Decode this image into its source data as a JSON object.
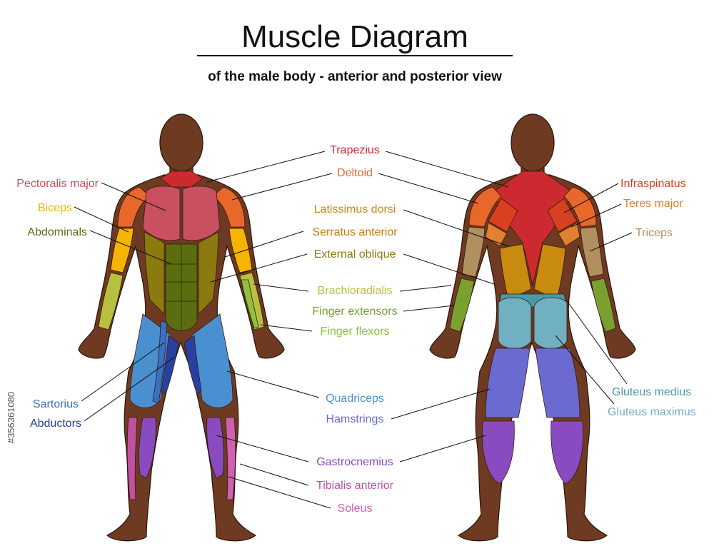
{
  "title": "Muscle Diagram",
  "subtitle": "of the male body - anterior and posterior view",
  "side_id": "#356361080",
  "colors": {
    "trapezius": "#cc2a30",
    "deltoid": "#e8682c",
    "pectoralis": "#c85060",
    "biceps": "#f5b400",
    "abdominals": "#5a6e10",
    "latissimus": "#c98a10",
    "serratus": "#c77a10",
    "oblique": "#8a7a10",
    "brachioradialis": "#b8c040",
    "extensors": "#7aa030",
    "flexors": "#90c040",
    "infraspinatus": "#d84020",
    "teres": "#e08030",
    "triceps": "#b09060",
    "quadriceps": "#4a90d0",
    "sartorius": "#3a70c0",
    "abductors": "#2840a0",
    "hamstrings": "#6a6ad0",
    "gastrocnemius": "#8a4ac0",
    "tibialis": "#c050a0",
    "soleus": "#d060b0",
    "gluteus_medius": "#4a9aaa",
    "gluteus_maximus": "#70b0c0"
  },
  "labels": {
    "trapezius": "Trapezius",
    "deltoid": "Deltoid",
    "pectoralis": "Pectoralis major",
    "biceps": "Biceps",
    "abdominals": "Abdominals",
    "latissimus": "Latissimus dorsi",
    "serratus": "Serratus anterior",
    "oblique": "External oblique",
    "brachioradialis": "Brachioradialis",
    "extensors": "Finger extensors",
    "flexors": "Finger flexors",
    "infraspinatus": "Infraspinatus",
    "teres": "Teres major",
    "triceps": "Triceps",
    "sartorius": "Sartorius",
    "abductors": "Abductors",
    "quadriceps": "Quadriceps",
    "hamstrings": "Hamstrings",
    "gluteus_medius": "Gluteus medius",
    "gluteus_maximus": "Gluteus maximus",
    "gastrocnemius": "Gastrocnemius",
    "tibialis": "Tibialis anterior",
    "soleus": "Soleus"
  }
}
